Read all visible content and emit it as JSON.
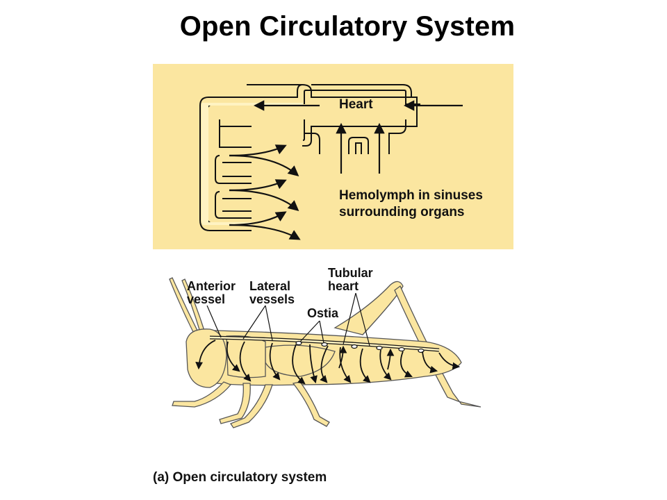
{
  "title": "Open Circulatory System",
  "schematic": {
    "heart_label": "Heart",
    "sinus_label_line1": "Hemolymph in sinuses",
    "sinus_label_line2": "surrounding organs",
    "colors": {
      "panel_bg": "#fbe6a0",
      "vessel_fill": "#fff3c2",
      "line": "#111111"
    }
  },
  "insect": {
    "labels": {
      "anterior_line1": "Anterior",
      "anterior_line2": "vessel",
      "lateral_line1": "Lateral",
      "lateral_line2": "vessels",
      "tubular_line1": "Tubular",
      "tubular_line2": "heart",
      "ostia": "Ostia"
    },
    "colors": {
      "body_fill": "#fbe6a0",
      "outline": "#444444"
    }
  },
  "caption": "(a) Open circulatory system"
}
